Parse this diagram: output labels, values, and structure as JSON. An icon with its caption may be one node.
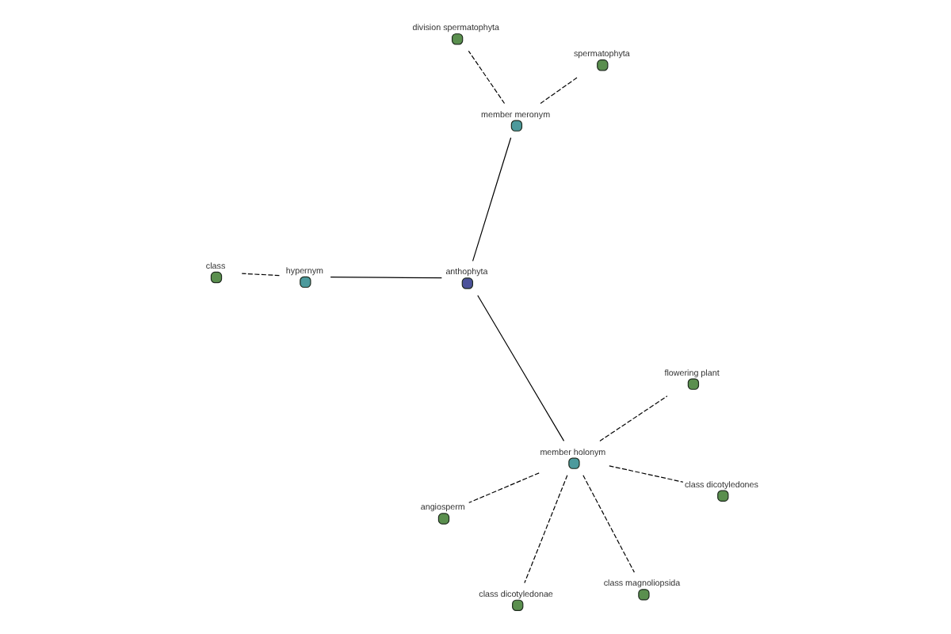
{
  "diagram": {
    "nodes": [
      {
        "text": [
          "division spermatophyta"
        ]
      },
      {
        "text": [
          "flowering plant"
        ]
      },
      {
        "text": [
          "class dicotyledonae"
        ]
      },
      {
        "text": [
          "spermatophyta"
        ]
      },
      {
        "text": [
          "member meronym"
        ]
      },
      {
        "text": [
          "angiosperm"
        ]
      },
      {
        "text": [
          "member holonym"
        ]
      },
      {
        "text": [
          "anthophyta"
        ]
      },
      {
        "text": [
          "class magnoliopsida"
        ]
      },
      {
        "text": [
          "class dicotyledones"
        ]
      },
      {
        "text": [
          "hypernym"
        ]
      },
      {
        "text": [
          "class"
        ]
      }
    ],
    "edges": [
      {
        "from": 7,
        "to": 4,
        "arrow": "none"
      },
      {
        "from": 7,
        "to": 6,
        "arrow": "none"
      },
      {
        "from": 7,
        "to": 10,
        "arrow": "none"
      },
      {
        "from": 4,
        "to": 0,
        "arrow": "none",
        "style": "dashed"
      },
      {
        "from": 4,
        "to": 3,
        "arrow": "none",
        "style": "dashed"
      },
      {
        "from": 6,
        "to": 1,
        "arrow": "none",
        "style": "dashed"
      },
      {
        "from": 6,
        "to": 2,
        "arrow": "none",
        "style": "dashed"
      },
      {
        "from": 6,
        "to": 5,
        "arrow": "none",
        "style": "dashed"
      },
      {
        "from": 6,
        "to": 8,
        "arrow": "none",
        "style": "dashed"
      },
      {
        "from": 6,
        "to": 9,
        "arrow": "none",
        "style": "dashed"
      },
      {
        "from": 10,
        "to": 11,
        "arrow": "none",
        "style": "dashed"
      }
    ]
  }
}
